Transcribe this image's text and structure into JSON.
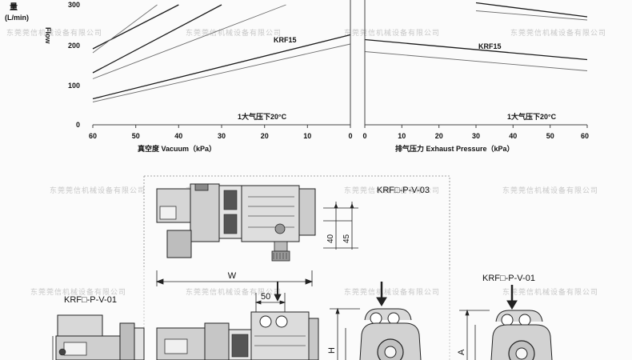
{
  "chart_data": [
    {
      "type": "line",
      "xlabel": "真空度 Vacuum（kPa）",
      "ylabel_cn": "量",
      "ylabel_unit": "(L/min)",
      "ylabel_en": "Flow",
      "x_ticks": [
        "60",
        "50",
        "40",
        "30",
        "20",
        "10",
        "0"
      ],
      "y_ticks": [
        "0",
        "100",
        "200",
        "300"
      ],
      "xlim": [
        60,
        0
      ],
      "ylim": [
        0,
        300
      ],
      "annotation": "1大气压下20°C",
      "series": [
        {
          "name": "KRF15",
          "x": [
            60,
            0
          ],
          "y": [
            65,
            225
          ]
        },
        {
          "x": [
            60,
            0
          ],
          "y": [
            57,
            202
          ]
        },
        {
          "x": [
            60,
            30
          ],
          "y": [
            130,
            300
          ]
        },
        {
          "x": [
            60,
            15
          ],
          "y": [
            115,
            300
          ]
        },
        {
          "x": [
            60,
            40
          ],
          "y": [
            190,
            300
          ]
        },
        {
          "x": [
            60,
            45
          ],
          "y": [
            180,
            300
          ]
        }
      ]
    },
    {
      "type": "line",
      "xlabel": "排气压力 Exhaust Pressure（kPa）",
      "x_ticks": [
        "0",
        "10",
        "20",
        "30",
        "40",
        "50",
        "60"
      ],
      "xlim": [
        0,
        60
      ],
      "ylim": [
        0,
        300
      ],
      "annotation": "1大气压下20°C",
      "series": [
        {
          "name": "KRF15",
          "x": [
            0,
            60
          ],
          "y": [
            213,
            163
          ]
        },
        {
          "x": [
            0,
            60
          ],
          "y": [
            183,
            135
          ]
        },
        {
          "x": [
            30,
            60
          ],
          "y": [
            305,
            270
          ]
        },
        {
          "x": [
            30,
            60
          ],
          "y": [
            285,
            262
          ]
        }
      ]
    }
  ],
  "drawing": {
    "model_top": "KRF□-P-V-03",
    "model_left": "KRF□-P-V-01",
    "model_right": "KRF□-P-V-01",
    "dims": {
      "d40": "40",
      "d45": "45",
      "w": "W",
      "d50": "50",
      "h": "H",
      "a": "A"
    }
  },
  "watermark": "东莞莞信机械设备有限公司"
}
